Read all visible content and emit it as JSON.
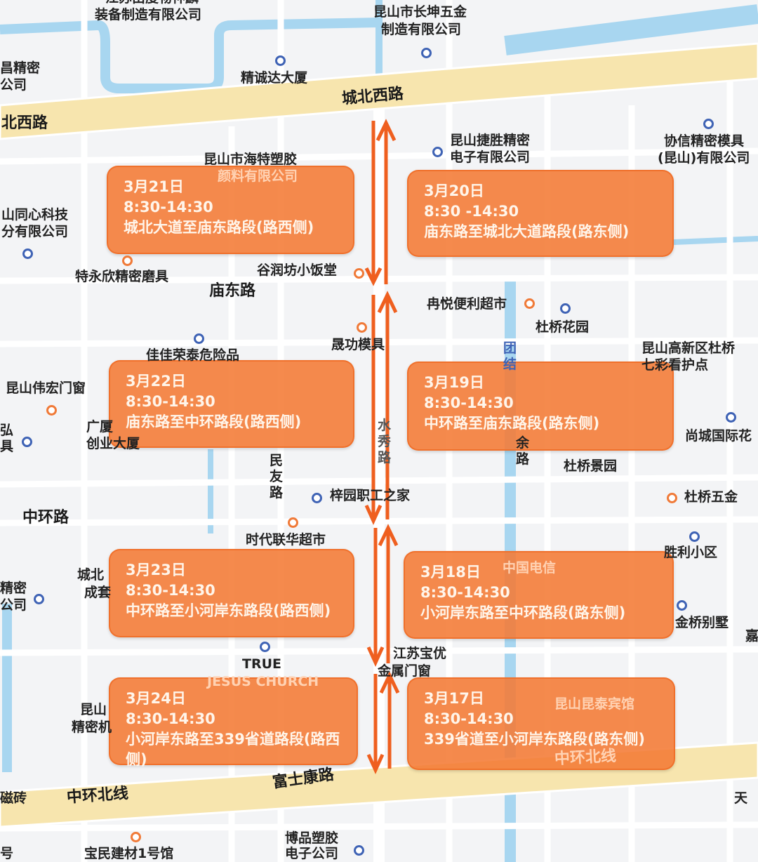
{
  "colors": {
    "card": "#f47a34",
    "arrow": "#ef5f1f",
    "water": "#a8d6f0",
    "main_road": "#f7e5ae",
    "road": "#ffffff"
  },
  "roads": {
    "chengbei_xi": "城北西路",
    "chengbei_xi_left": "北西路",
    "miaodong": "庙东路",
    "zhonghuan": "中环路",
    "zhonghuan_beixian": "中环北线",
    "zhonghuan_beixian_right": "中环北线",
    "fushikang": "富士康路",
    "minyou": "民友路",
    "shuixiu": "水秀路",
    "yu": "余路"
  },
  "pois": [
    "江苏由度物神麟",
    "装备制造有限公司",
    "昆山市长坤五金",
    "制造有限公司",
    "昌精密",
    "公司",
    "精诚达大厦",
    "昆山捷胜精密",
    "电子有限公司",
    "协信精密模具",
    "(昆山)有限公司",
    "昆山市海特塑胶",
    "颜料有限公司",
    "山同心科技",
    "分有限公司",
    "特永欣精密磨具",
    "谷润坊小饭堂",
    "冉悦便利超市",
    "杜桥花园",
    "晟功模具",
    "昆山高新区杜桥",
    "七彩看护点",
    "佳佳荣泰危险品",
    "昆山伟宏门窗",
    "弘",
    "具",
    "广厦",
    "创业大厦",
    "尚城国际花",
    "杜桥景园",
    "梓园职工之家",
    "杜桥五金",
    "中环路",
    "时代联华超市",
    "胜利小区",
    "城北",
    "成套",
    "精密",
    "公司",
    "金桥别墅",
    "TRUE",
    "JESUS CHURCH",
    "江苏宝优",
    "金属门窗",
    "昆山",
    "精密机",
    "昆山昆泰宾馆",
    "磁砖",
    "嘉",
    "天",
    "博品塑胶",
    "电子公司",
    "宝民建材1号馆",
    "号",
    "团结",
    "中国电信"
  ],
  "closures": [
    {
      "date": "3月21日",
      "time": "8:30-14:30",
      "segment": "城北大道至庙东路段(路西侧)"
    },
    {
      "date": "3月20日",
      "time": "8:30 -14:30",
      "segment": "庙东路至城北大道路段(路东侧)"
    },
    {
      "date": "3月22日",
      "time": "8:30-14:30",
      "segment": "庙东路至中环路段(路西侧)"
    },
    {
      "date": "3月19日",
      "time": " 8:30-14:30",
      "segment": "中环路至庙东路段(路东侧)"
    },
    {
      "date": "3月23日",
      "time": "8:30-14:30",
      "segment": "中环路至小河岸东路段(路西侧)"
    },
    {
      "date": "3月18日",
      "time": "8:30-14:30",
      "segment": "小河岸东路至中环路段(路东侧)"
    },
    {
      "date": "3月24日",
      "time": "8:30-14:30",
      "segment": "小河岸东路至339省道路段(路西侧)"
    },
    {
      "date": "3月17日",
      "time": "8:30-14:30",
      "segment": "339省道至小河岸东路段(路东侧)"
    }
  ]
}
